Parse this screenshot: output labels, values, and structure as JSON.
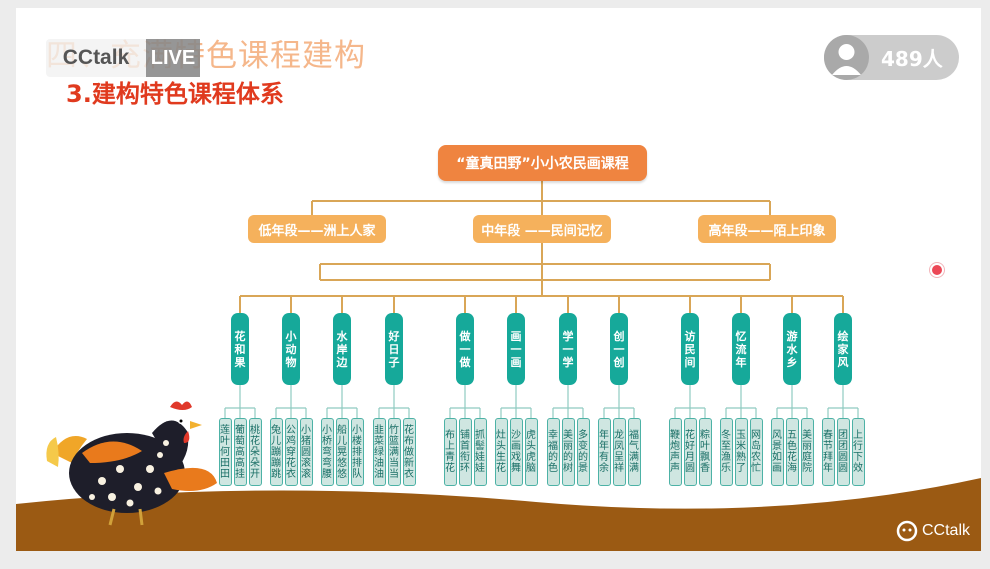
{
  "slide": {
    "faded_title": "四、充满特色课程建构",
    "subtitle": "3.建构特色课程体系"
  },
  "overlay": {
    "brand": "CCtalk",
    "live_label": "LIVE",
    "viewer_count": "489人"
  },
  "watermark": "CCtalk",
  "tree": {
    "root": "“童真田野”小小农民画课程",
    "stages": [
      {
        "label": "低年段——洲上人家",
        "themes": [
          {
            "label": "花和果",
            "leaves": [
              "莲叶何田田",
              "葡萄高高挂",
              "桃花朵朵开"
            ]
          },
          {
            "label": "小动物",
            "leaves": [
              "兔儿蹦蹦跳",
              "公鸡穿花衣",
              "小猪圆滚滚"
            ]
          },
          {
            "label": "水岸边",
            "leaves": [
              "小桥弯弯腰",
              "船儿晃悠悠",
              "小楼排排队"
            ]
          },
          {
            "label": "好日子",
            "leaves": [
              "韭菜绿油油",
              "竹篮满当当",
              "花布做新衣"
            ]
          }
        ]
      },
      {
        "label": "中年段 ——民间记忆",
        "themes": [
          {
            "label": "做一做",
            "leaves": [
              "布上青花",
              "铺首衔环",
              "抓髻娃娃"
            ]
          },
          {
            "label": "画一画",
            "leaves": [
              "灶头生花",
              "沙画戏舞",
              "虎头虎脑"
            ]
          },
          {
            "label": "学一学",
            "leaves": [
              "幸福的色",
              "美丽的树",
              "多变的景"
            ]
          },
          {
            "label": "创一创",
            "leaves": [
              "年年有余",
              "龙凤呈祥",
              "福气满满"
            ]
          }
        ]
      },
      {
        "label": "高年段——陌上印象",
        "themes": [
          {
            "label": "访民间",
            "leaves": [
              "鞭炮声声",
              "花好月圆",
              "粽叶飘香"
            ]
          },
          {
            "label": "忆流年",
            "leaves": [
              "冬至渔乐",
              "玉米熟了",
              "网岛农忙"
            ]
          },
          {
            "label": "游水乡",
            "leaves": [
              "风景如画",
              "五色花海",
              "美丽庭院"
            ]
          },
          {
            "label": "绘家风",
            "leaves": [
              "春节拜年",
              "团团圆圆",
              "上行下效"
            ]
          }
        ]
      }
    ]
  },
  "colors": {
    "root": "#ef8440",
    "stage": "#f5b15c",
    "theme": "#16a99a",
    "leaf_fill": "#cfe6e1",
    "ground": "#9b5a13",
    "subtitle": "#e03a1e"
  }
}
